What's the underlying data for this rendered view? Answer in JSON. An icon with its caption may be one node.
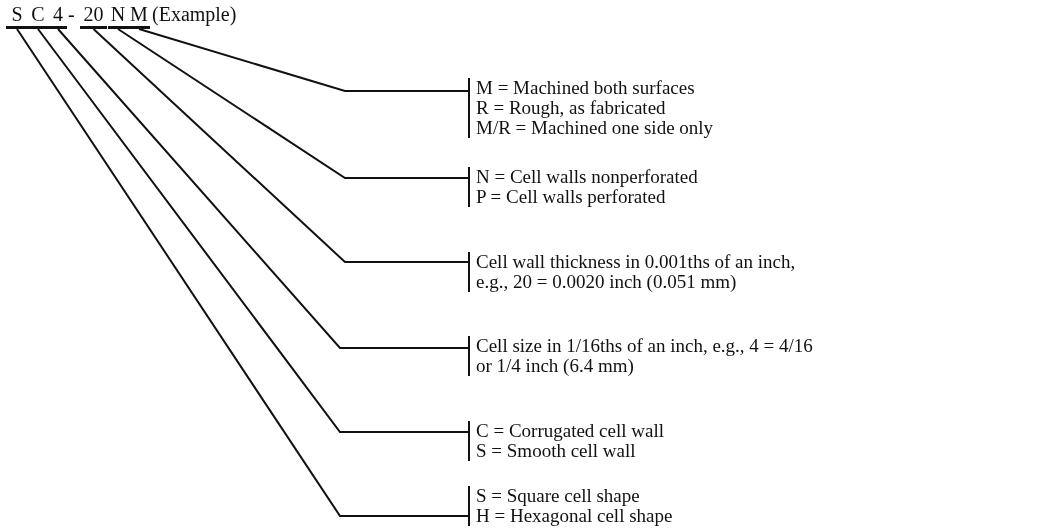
{
  "diagram": {
    "nodes": [
      {
        "text": [
          "S"
        ]
      },
      {
        "text": [
          "C"
        ]
      },
      {
        "text": [
          "4"
        ]
      },
      {
        "text": [
          "20"
        ]
      },
      {
        "text": [
          "N"
        ]
      },
      {
        "text": [
          "M"
        ]
      },
      {
        "text": [
          "M = Machined both surfaces",
          "R = Rough, as fabricated",
          "M/R = Machined one side only"
        ]
      },
      {
        "text": [
          "N = Cell walls nonperforated",
          "P = Cell walls perforated"
        ]
      },
      {
        "text": [
          "Cell wall thickness in 0.001ths of an inch, e.g., 20 = 0.0020 inch (0.051 mm)"
        ]
      },
      {
        "text": [
          "Cell size in 1/16ths of an inch, e.g., 4 = 4/16 or 1/4 inch (6.4 mm)"
        ]
      },
      {
        "text": [
          "C = Corrugated cell wall",
          "S = Smooth cell wall"
        ]
      },
      {
        "text": [
          "S = Square cell shape",
          "H = Hexagonal cell shape"
        ]
      }
    ],
    "edges": [
      {
        "from": 5,
        "to": 6,
        "arrow": "none"
      },
      {
        "from": 4,
        "to": 7,
        "arrow": "none"
      },
      {
        "from": 3,
        "to": 8,
        "arrow": "none"
      },
      {
        "from": 2,
        "to": 9,
        "arrow": "none"
      },
      {
        "from": 1,
        "to": 10,
        "arrow": "none"
      },
      {
        "from": 0,
        "to": 11,
        "arrow": "none"
      }
    ],
    "labels": [
      "-",
      "(Example)"
    ]
  }
}
